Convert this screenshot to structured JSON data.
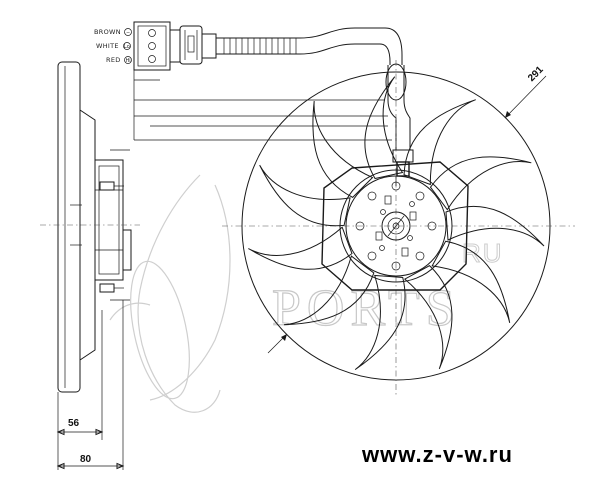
{
  "wires": [
    {
      "label": "BROWN",
      "code": "−"
    },
    {
      "label": "WHITE",
      "code": "Lo"
    },
    {
      "label": "RED",
      "code": "Hi"
    }
  ],
  "dimensions": {
    "diameter": "291",
    "depth_inner": "56",
    "depth_outer": "80"
  },
  "watermark": {
    "line1": "RU",
    "line2": "PORTS"
  },
  "website": "www.z-v-w.ru"
}
